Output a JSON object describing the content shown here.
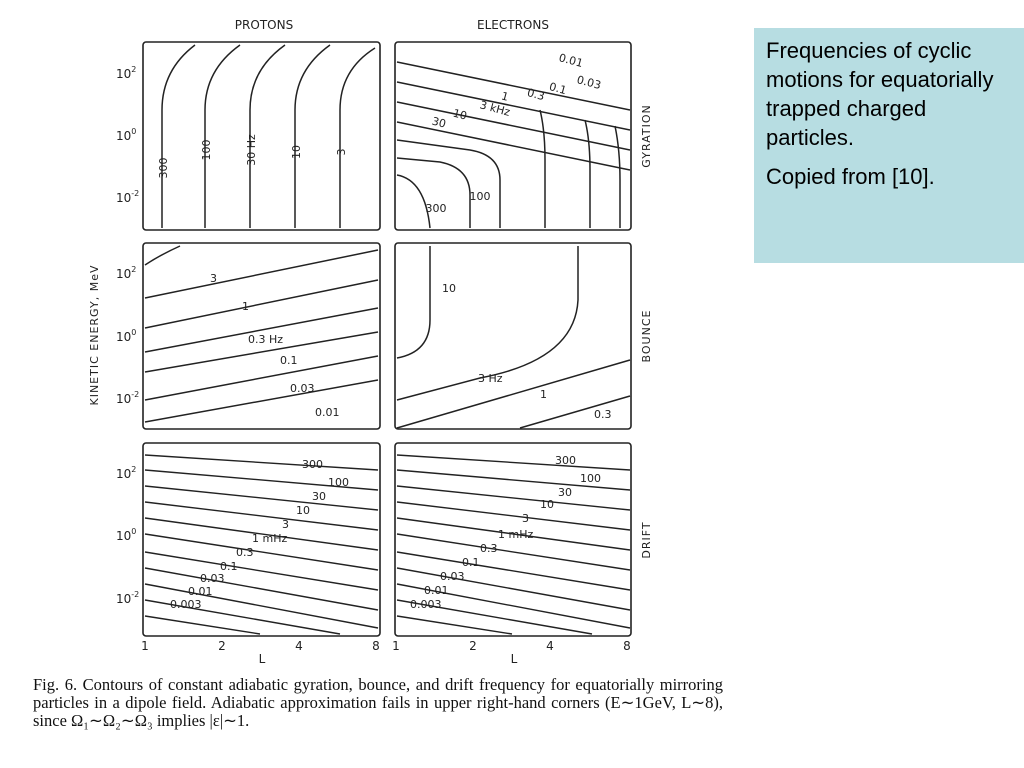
{
  "figure": {
    "column_titles": [
      "PROTONS",
      "ELECTRONS"
    ],
    "row_titles": [
      "GYRATION",
      "BOUNCE",
      "DRIFT"
    ],
    "y_axis_label": "KINETIC  ENERGY,  MeV",
    "x_axis_label": "L",
    "x_ticks": [
      "1",
      "2",
      "4",
      "8"
    ],
    "y_ticks": [
      {
        "base": "10",
        "exp": "2"
      },
      {
        "base": "10",
        "exp": "0"
      },
      {
        "base": "10",
        "exp": "-2"
      }
    ],
    "contour_labels": {
      "protons_gyration": [
        "300",
        "100",
        "30 Hz",
        "10",
        "3"
      ],
      "electrons_gyration": [
        "0.01",
        "0.03",
        "0.1",
        "0.3",
        "1",
        "3 kHz",
        "10",
        "30",
        "100",
        "300"
      ],
      "protons_bounce": [
        "3",
        "1",
        "0.3 Hz",
        "0.1",
        "0.03",
        "0.01"
      ],
      "electrons_bounce": [
        "10",
        "3 Hz",
        "1",
        "0.3"
      ],
      "protons_drift": [
        "300",
        "100",
        "30",
        "10",
        "3",
        "1 mHz",
        "0.3",
        "0.1",
        "0.03",
        "0.01",
        "0.003"
      ],
      "electrons_drift": [
        "300",
        "100",
        "30",
        "10",
        "3",
        "1 mHz",
        "0.3",
        "0.1",
        "0.03",
        "0.01",
        "0.003"
      ]
    }
  },
  "caption": "Fig. 6. Contours of constant adiabatic gyration, bounce, and drift frequency for equatorially mirroring particles in a dipole field. Adiabatic approximation fails in upper right-hand corners (E∼1GeV, L∼8), since Ω₁∼Ω₂∼Ω₃ implies |ε|∼1.",
  "note": {
    "line1": "Frequencies of cyclic motions for equatorially trapped charged particles.",
    "line2": "Copied from [10]."
  }
}
